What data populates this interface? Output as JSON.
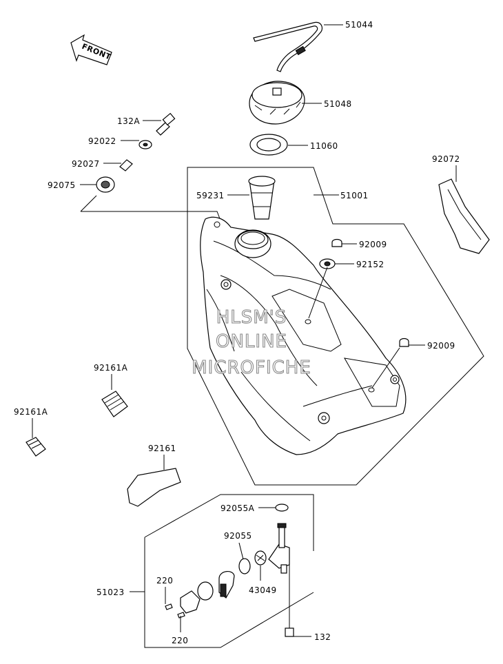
{
  "front_arrow": {
    "label": "FRONT"
  },
  "watermark": {
    "lines": [
      "HLSM'S",
      "ONLINE",
      "MICROFICHE"
    ]
  },
  "callouts": {
    "p51044": "51044",
    "p51048": "51048",
    "p11060": "11060",
    "p51001": "51001",
    "p59231": "59231",
    "p132a": "132A",
    "p92022": "92022",
    "p92027": "92027",
    "p92075": "92075",
    "p92072": "92072",
    "p92009a": "92009",
    "p92152": "92152",
    "p92009b": "92009",
    "p92161a_1": "92161A",
    "p92161a_2": "92161A",
    "p92161": "92161",
    "p92055a": "92055A",
    "p92055": "92055",
    "p43049": "43049",
    "p220a": "220",
    "p220b": "220",
    "p51023": "51023",
    "p132": "132"
  }
}
